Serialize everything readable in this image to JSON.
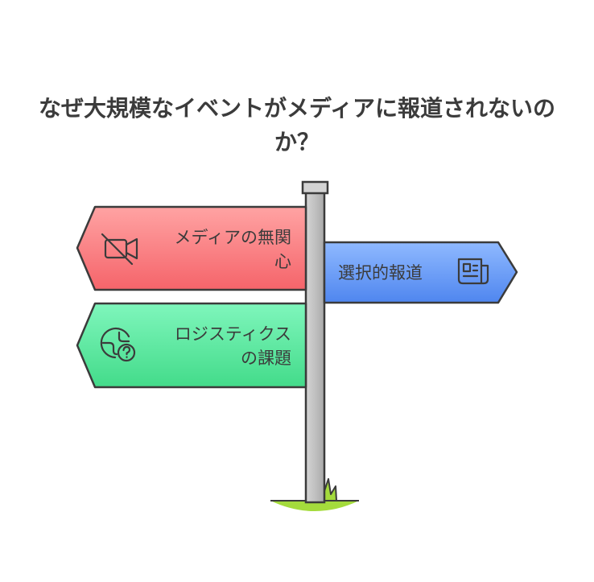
{
  "diagram": {
    "title": "なぜ大規模なイベントがメディアに報道されないのか？",
    "signs": [
      {
        "id": "media-indifference",
        "lines": [
          "メディアの無関",
          "心"
        ],
        "icon": "video-off-icon",
        "color": "#f0707a",
        "direction": "left"
      },
      {
        "id": "selective-reporting",
        "lines": [
          "選択的報道"
        ],
        "icon": "newspaper-icon",
        "color": "#6a9ef7",
        "direction": "right"
      },
      {
        "id": "logistics-issues",
        "lines": [
          "ロジスティクス",
          "の課題"
        ],
        "icon": "globe-question-icon",
        "color": "#55e49c",
        "direction": "left"
      }
    ],
    "colors": {
      "pole": "#b8b8b8",
      "grass": "#a4db3c",
      "outline": "#3b3b3b",
      "text": "#3b3b3b"
    }
  }
}
